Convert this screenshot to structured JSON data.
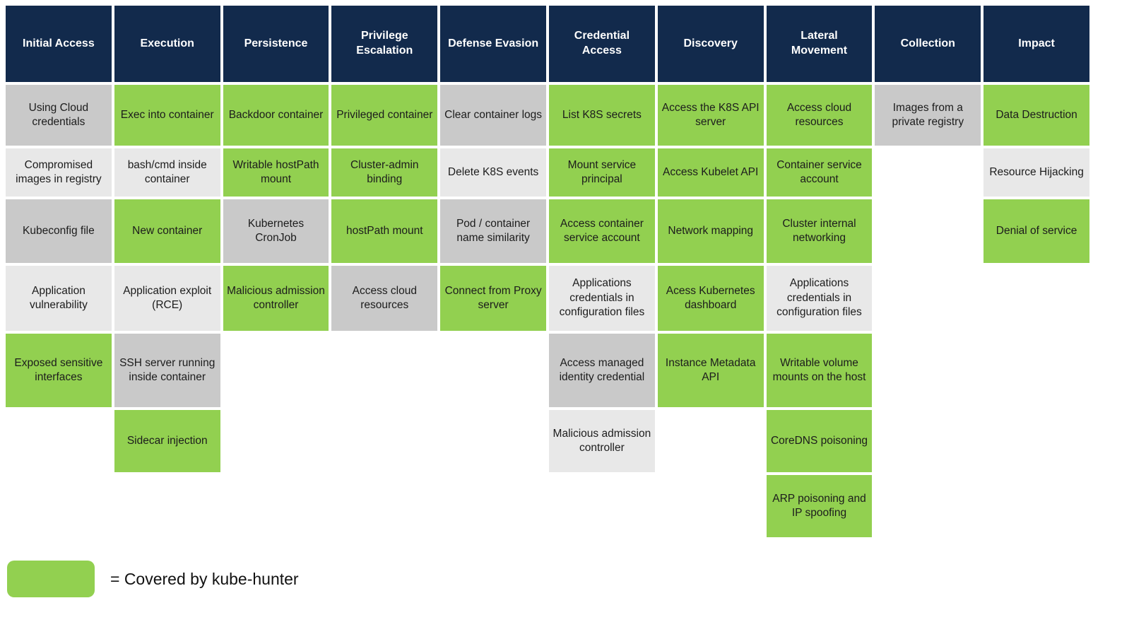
{
  "title": "Kubernetes threat matrix - kube-hunter coverage",
  "palette": {
    "header_bg": "#122a4c",
    "header_text": "#ffffff",
    "covered_green": "#92d050",
    "cell_gray_dark": "#c9c9c9",
    "cell_gray_light": "#e8e8e8",
    "cell_text": "#1c1c1c",
    "background": "#ffffff"
  },
  "columns": [
    {
      "header": "Initial Access",
      "cells": [
        {
          "label": "Using Cloud credentials",
          "state": "dark"
        },
        {
          "label": "Compromised images in registry",
          "state": "light"
        },
        {
          "label": "Kubeconfig file",
          "state": "dark"
        },
        {
          "label": "Application vulnerability",
          "state": "light"
        },
        {
          "label": "Exposed sensitive interfaces",
          "state": "covered"
        }
      ]
    },
    {
      "header": "Execution",
      "cells": [
        {
          "label": "Exec into container",
          "state": "covered"
        },
        {
          "label": "bash/cmd inside container",
          "state": "light"
        },
        {
          "label": "New container",
          "state": "covered"
        },
        {
          "label": "Application exploit (RCE)",
          "state": "light"
        },
        {
          "label": "SSH server running inside container",
          "state": "dark"
        },
        {
          "label": "Sidecar injection",
          "state": "covered"
        }
      ]
    },
    {
      "header": "Persistence",
      "cells": [
        {
          "label": "Backdoor container",
          "state": "covered"
        },
        {
          "label": "Writable hostPath mount",
          "state": "covered"
        },
        {
          "label": "Kubernetes CronJob",
          "state": "dark"
        },
        {
          "label": "Malicious admission controller",
          "state": "covered"
        }
      ]
    },
    {
      "header": "Privilege Escalation",
      "cells": [
        {
          "label": "Privileged container",
          "state": "covered"
        },
        {
          "label": "Cluster-admin binding",
          "state": "covered"
        },
        {
          "label": "hostPath mount",
          "state": "covered"
        },
        {
          "label": "Access cloud resources",
          "state": "dark"
        }
      ]
    },
    {
      "header": "Defense Evasion",
      "cells": [
        {
          "label": "Clear container logs",
          "state": "dark"
        },
        {
          "label": "Delete K8S events",
          "state": "light"
        },
        {
          "label": "Pod / container name similarity",
          "state": "dark"
        },
        {
          "label": "Connect from Proxy server",
          "state": "covered"
        }
      ]
    },
    {
      "header": "Credential Access",
      "cells": [
        {
          "label": "List K8S secrets",
          "state": "covered"
        },
        {
          "label": "Mount service principal",
          "state": "covered"
        },
        {
          "label": "Access container service account",
          "state": "covered"
        },
        {
          "label": "Applications credentials in configuration files",
          "state": "light"
        },
        {
          "label": "Access managed identity credential",
          "state": "dark"
        },
        {
          "label": "Malicious admission controller",
          "state": "light"
        }
      ]
    },
    {
      "header": "Discovery",
      "cells": [
        {
          "label": "Access the K8S API server",
          "state": "covered"
        },
        {
          "label": "Access Kubelet API",
          "state": "covered"
        },
        {
          "label": "Network mapping",
          "state": "covered"
        },
        {
          "label": "Acess Kubernetes dashboard",
          "state": "covered"
        },
        {
          "label": "Instance Metadata API",
          "state": "covered"
        }
      ]
    },
    {
      "header": "Lateral Movement",
      "cells": [
        {
          "label": "Access cloud resources",
          "state": "covered"
        },
        {
          "label": "Container service account",
          "state": "covered"
        },
        {
          "label": "Cluster internal networking",
          "state": "covered"
        },
        {
          "label": "Applications credentials in configuration files",
          "state": "light"
        },
        {
          "label": "Writable volume mounts on the host",
          "state": "covered"
        },
        {
          "label": "CoreDNS poisoning",
          "state": "covered"
        },
        {
          "label": "ARP poisoning and IP spoofing",
          "state": "covered"
        }
      ]
    },
    {
      "header": "Collection",
      "cells": [
        {
          "label": "Images from a private registry",
          "state": "dark"
        }
      ]
    },
    {
      "header": "Impact",
      "cells": [
        {
          "label": "Data Destruction",
          "state": "covered"
        },
        {
          "label": "Resource Hijacking",
          "state": "light"
        },
        {
          "label": "Denial of service",
          "state": "covered"
        }
      ]
    }
  ],
  "legend": {
    "text": "= Covered by kube-hunter",
    "swatch_color": "#92d050"
  }
}
